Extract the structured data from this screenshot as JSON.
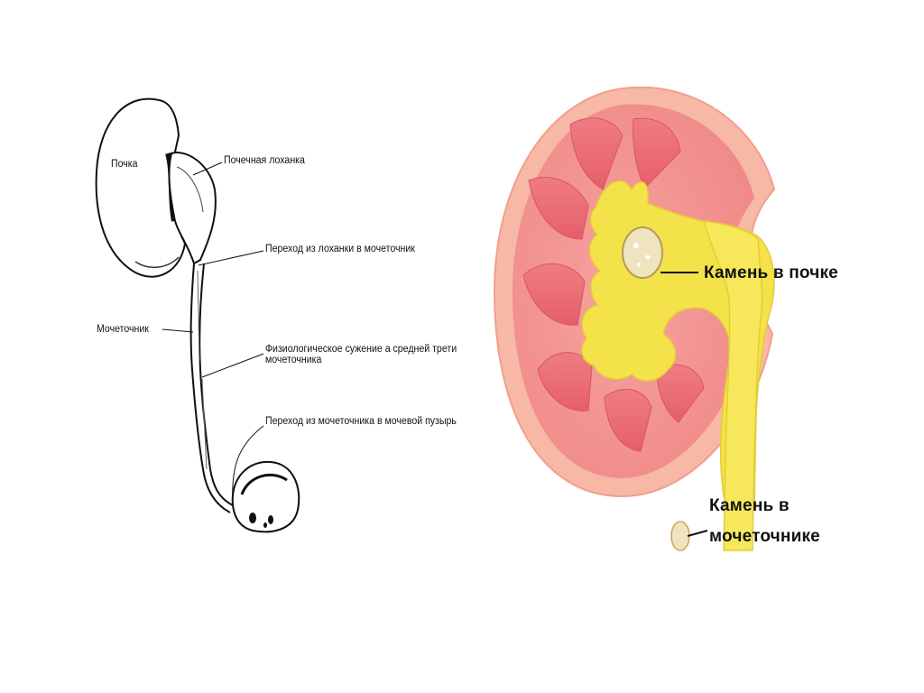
{
  "left_diagram": {
    "labels": {
      "kidney": "Почка",
      "renal_pelvis": "Почечная лоханка",
      "pelvis_to_ureter": "Переход из лоханки в мочеточник",
      "ureter": "Мочеточник",
      "narrowing_line1": "Физиологическое сужение а средней трети",
      "narrowing_line2": "мочеточника",
      "ureter_to_bladder": "Переход из мочеточника в мочевой пузырь"
    }
  },
  "right_diagram": {
    "labels": {
      "kidney_stone": "Камень в почке",
      "ureter_stone_line1": "Камень в",
      "ureter_stone_line2": "мочеточнике"
    },
    "colors": {
      "cortex": "#f08a88",
      "medulla": "#e86a72",
      "pelvis": "#f4e24a",
      "outer": "#f6b1a0",
      "stone": "#efe3c0"
    }
  }
}
